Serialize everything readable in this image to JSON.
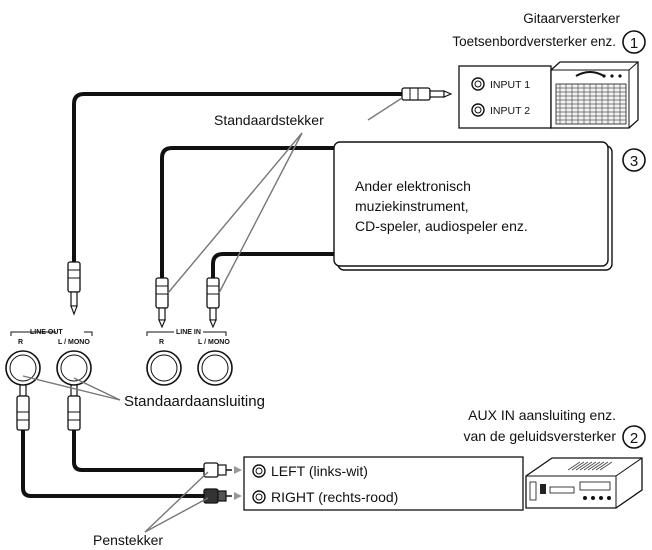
{
  "amp": {
    "label_line1": "Gitaarversterker",
    "label_line2": "Toetsenbordversterker enz.",
    "number": "1",
    "input1": "INPUT 1",
    "input2": "INPUT 2"
  },
  "instrument": {
    "number": "3",
    "line1": "Ander elektronisch",
    "line2": "muziekinstrument,",
    "line3": "CD-speler, audiospeler enz."
  },
  "stereo": {
    "label_line1": "AUX IN aansluiting enz.",
    "label_line2": "van de geluidsversterker",
    "number": "2",
    "left": "LEFT (links-wit)",
    "right": "RIGHT (rechts-rood)"
  },
  "labels": {
    "standard_plug": "Standaardstekker",
    "standard_jack": "Standaardaansluiting",
    "pin_plug": "Penstekker"
  },
  "jacks": {
    "line_out": "LINE OUT",
    "line_in": "LINE IN",
    "r": "R",
    "l_mono": "L / MONO"
  }
}
